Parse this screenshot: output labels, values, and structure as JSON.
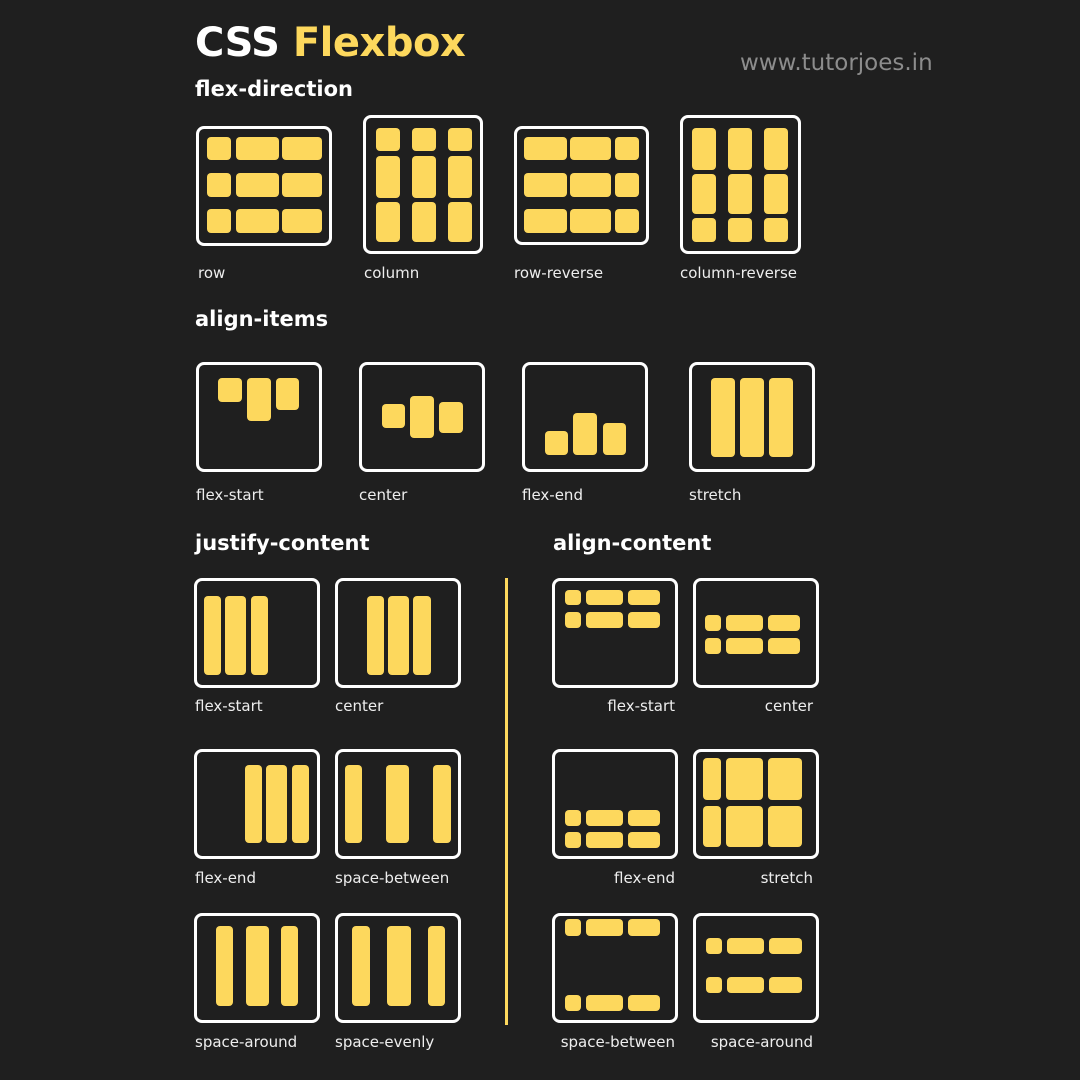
{
  "header": {
    "title_part1": "CSS",
    "title_part2": "Flexbox",
    "website": "www.tutorjoes.in"
  },
  "colors": {
    "background": "#1f1f1f",
    "accent": "#fdd85d",
    "border": "#ffffff"
  },
  "flex_direction": {
    "heading": "flex-direction",
    "labels": [
      "row",
      "column",
      "row-reverse",
      "column-reverse"
    ]
  },
  "align_items": {
    "heading": "align-items",
    "labels": [
      "flex-start",
      "center",
      "flex-end",
      "stretch"
    ]
  },
  "justify_content": {
    "heading": "justify-content",
    "labels": [
      "flex-start",
      "center",
      "flex-end",
      "space-between",
      "space-around",
      "space-evenly"
    ]
  },
  "align_content": {
    "heading": "align-content",
    "labels": [
      "flex-start",
      "center",
      "flex-end",
      "stretch",
      "space-between",
      "space-around"
    ]
  }
}
